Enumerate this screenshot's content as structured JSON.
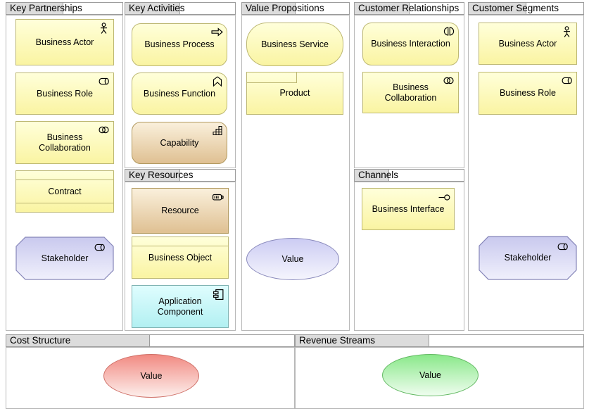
{
  "groups": {
    "key_partnerships": {
      "title": "Key Partnerships"
    },
    "key_activities": {
      "title": "Key Activities"
    },
    "key_resources": {
      "title": "Key Resources"
    },
    "value_propositions": {
      "title": "Value Propositions"
    },
    "customer_relationships": {
      "title": "Customer Relationships"
    },
    "channels": {
      "title": "Channels"
    },
    "customer_segments": {
      "title": "Customer Segments"
    },
    "cost_structure": {
      "title": "Cost Structure"
    },
    "revenue_streams": {
      "title": "Revenue Streams"
    }
  },
  "elements": {
    "kp_actor": {
      "label": "Business Actor",
      "icon": "business-actor-icon"
    },
    "kp_role": {
      "label": "Business Role",
      "icon": "business-role-icon"
    },
    "kp_collab": {
      "label": "Business Collaboration",
      "icon": "business-collaboration-icon"
    },
    "kp_contract": {
      "label": "Contract",
      "icon": null
    },
    "kp_stakeholder": {
      "label": "Stakeholder",
      "icon": "business-role-icon"
    },
    "ka_process": {
      "label": "Business Process",
      "icon": "business-process-icon"
    },
    "ka_function": {
      "label": "Business Function",
      "icon": "business-function-icon"
    },
    "ka_capability": {
      "label": "Capability",
      "icon": "capability-icon"
    },
    "kr_resource": {
      "label": "Resource",
      "icon": "resource-icon"
    },
    "kr_object": {
      "label": "Business Object",
      "icon": null
    },
    "kr_appcomp": {
      "label": "Application Component",
      "icon": "application-component-icon"
    },
    "vp_service": {
      "label": "Business Service",
      "icon": null
    },
    "vp_product": {
      "label": "Product",
      "icon": null
    },
    "vp_value": {
      "label": "Value",
      "icon": null
    },
    "cr_interaction": {
      "label": "Business Interaction",
      "icon": "business-interaction-icon"
    },
    "cr_collab": {
      "label": "Business Collaboration",
      "icon": "business-collaboration-icon"
    },
    "ch_interface": {
      "label": "Business Interface",
      "icon": "business-interface-icon"
    },
    "cs_actor": {
      "label": "Business Actor",
      "icon": "business-actor-icon"
    },
    "cs_role": {
      "label": "Business Role",
      "icon": "business-role-icon"
    },
    "cs_stakeholder": {
      "label": "Stakeholder",
      "icon": "business-role-icon"
    },
    "cost_value": {
      "label": "Value",
      "icon": null
    },
    "rev_value": {
      "label": "Value",
      "icon": null
    }
  },
  "colors": {
    "business_yellow": "#ffffb5",
    "strategy_tan": "#e0c192",
    "application_cyan": "#b2f0f2",
    "motivation_purple": "#ccccf3",
    "value_red": "#f18a82",
    "value_green": "#8ae88a",
    "group_tab_gray": "#dcdcdc"
  }
}
